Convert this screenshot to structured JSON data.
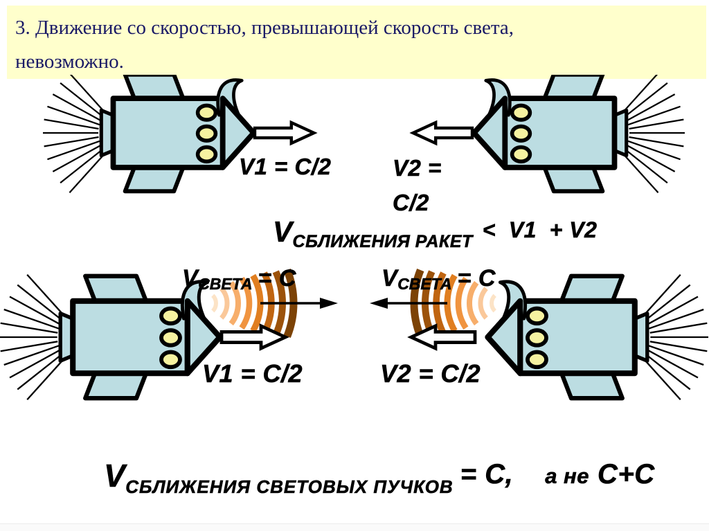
{
  "title": {
    "line1": "3. Движение со скоростью, превышающей скорость света,",
    "line2": "невозможно."
  },
  "rockets": {
    "top_left_speed": "V1 = C/2",
    "top_right_speed_line1": "V2 =",
    "top_right_speed_line2": "C/2",
    "bottom_left_speed": "V1 = C/2",
    "bottom_right_speed": "V2 = C/2"
  },
  "light_speed_label": {
    "base": "V",
    "sub": "СВЕТА",
    "rhs": "= C"
  },
  "formula_rockets": {
    "base": "V",
    "sub": "СБЛИЖЕНИЯ РАКЕТ",
    "rhs": "<  V1  + V2"
  },
  "formula_beams": {
    "base": "V",
    "sub": "СБЛИЖЕНИЯ СВЕТОВЫХ ПУЧКОВ",
    "rhs": "= C,",
    "note": "а не",
    "note_expr": "C+C"
  },
  "colors": {
    "title_band": "#FFFFCC",
    "title_text": "#1A1A66",
    "rocket_fill": "#BCDDE2",
    "rocket_outline": "#000000",
    "window_fill": "#F6F2A0",
    "beam_gradient_start": "#FCE3C6",
    "beam_gradient_end": "#7C4205",
    "label_text": "#000000"
  }
}
